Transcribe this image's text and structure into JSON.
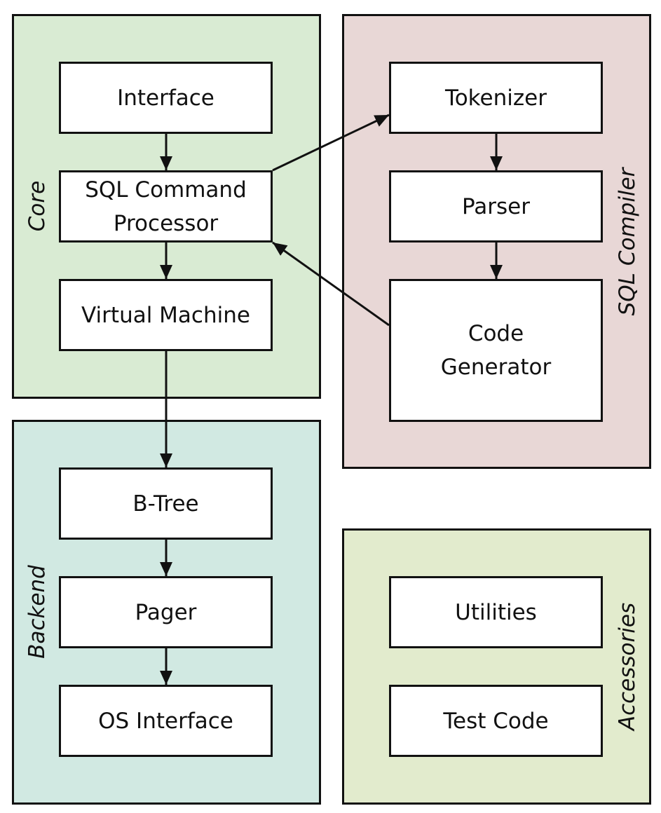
{
  "groups": {
    "core": "Core",
    "backend": "Backend",
    "sql_compiler": "SQL Compiler",
    "accessories": "Accessories"
  },
  "core": {
    "interface": "Interface",
    "sql_command_processor_line1": "SQL Command",
    "sql_command_processor_line2": "Processor",
    "virtual_machine": "Virtual Machine"
  },
  "backend": {
    "btree": "B-Tree",
    "pager": "Pager",
    "os_interface": "OS Interface"
  },
  "sql_compiler": {
    "tokenizer": "Tokenizer",
    "parser": "Parser",
    "code_generator_line1": "Code",
    "code_generator_line2": "Generator"
  },
  "accessories": {
    "utilities": "Utilities",
    "test_code": "Test Code"
  },
  "colors": {
    "core_bg": "#d9ebd3",
    "backend_bg": "#d1e9e2",
    "sql_compiler_bg": "#e8d7d6",
    "accessories_bg": "#e2ebcd",
    "stroke": "#111111"
  }
}
